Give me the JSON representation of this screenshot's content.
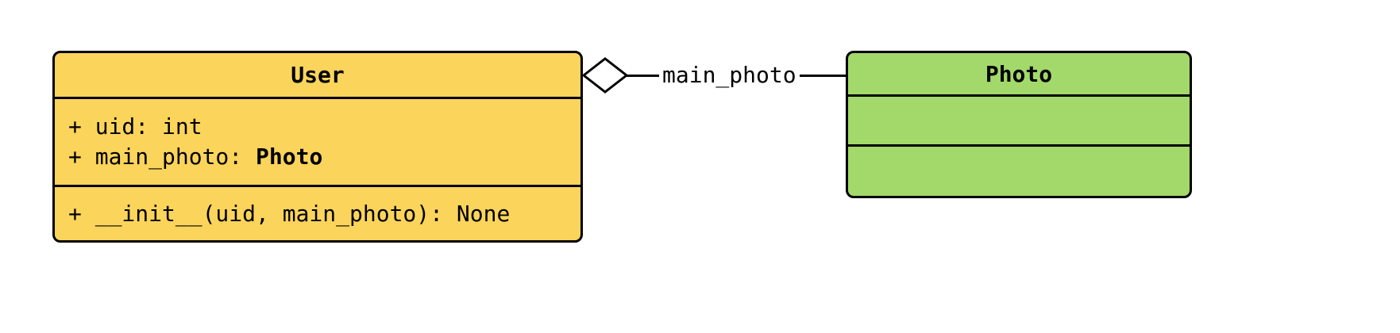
{
  "diagram": {
    "user_class": {
      "name": "User",
      "fill": "#FBD45B",
      "attributes": [
        {
          "text": "+ uid: int",
          "bold": ""
        },
        {
          "text": "+ main_photo: ",
          "bold": "Photo"
        }
      ],
      "methods": [
        {
          "text": "+ __init__(uid, main_photo): None",
          "bold": ""
        }
      ]
    },
    "photo_class": {
      "name": "Photo",
      "fill": "#A2D96A"
    },
    "relationship": {
      "type": "aggregation",
      "label": "main_photo",
      "diamond_fill": "#FFFFFF",
      "line_color": "#000000"
    }
  }
}
